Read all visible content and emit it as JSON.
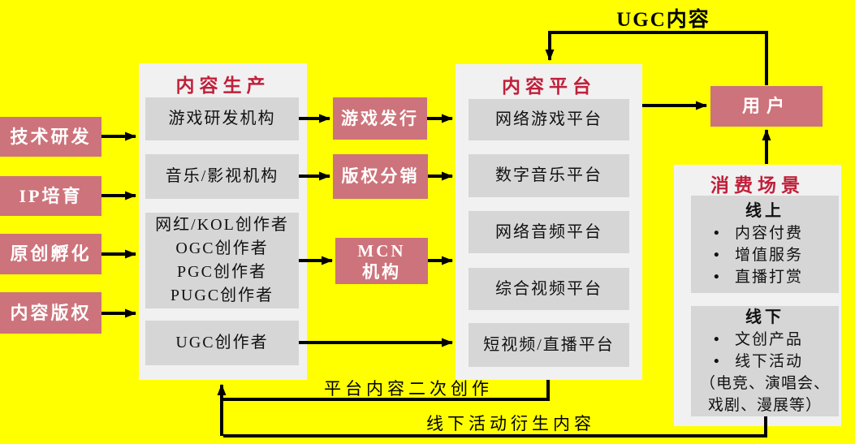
{
  "colors": {
    "background": "#ffff00",
    "node_pink": "#cd737b",
    "container_gray": "#f1f1f1",
    "item_gray": "#d6d6d6",
    "title_red": "#c0203a",
    "arrow_black": "#000000",
    "text_white": "#ffffff",
    "text_black": "#111111"
  },
  "bullet": "•",
  "left_inputs": [
    "技术研发",
    "IP培育",
    "原创孵化",
    "内容版权"
  ],
  "production": {
    "title": "内容生产",
    "items": [
      [
        "游戏研发机构"
      ],
      [
        "音乐/影视机构"
      ],
      [
        "网红/KOL创作者",
        "OGC创作者",
        "PGC创作者",
        "PUGC创作者"
      ],
      [
        "UGC创作者"
      ]
    ]
  },
  "middlemen": [
    [
      "游戏发行"
    ],
    [
      "版权分销"
    ],
    [
      "MCN",
      "机构"
    ]
  ],
  "platform": {
    "title": "内容平台",
    "items": [
      "网络游戏平台",
      "数字音乐平台",
      "网络音频平台",
      "综合视频平台",
      "短视频/直播平台"
    ]
  },
  "user": "用户",
  "consumption": {
    "title": "消费场景",
    "online": {
      "title": "线上",
      "bullets": [
        "内容付费",
        "增值服务",
        "直播打赏"
      ]
    },
    "offline": {
      "title": "线下",
      "bullets": [
        "文创产品",
        "线下活动"
      ],
      "note": [
        "（电竞、演唱会、",
        "戏剧、漫展等）"
      ]
    }
  },
  "flow_labels": {
    "ugc_content": "UGC内容",
    "platform_secondary_creation": "平台内容二次创作",
    "offline_activity_derived": "线下活动衍生内容"
  }
}
